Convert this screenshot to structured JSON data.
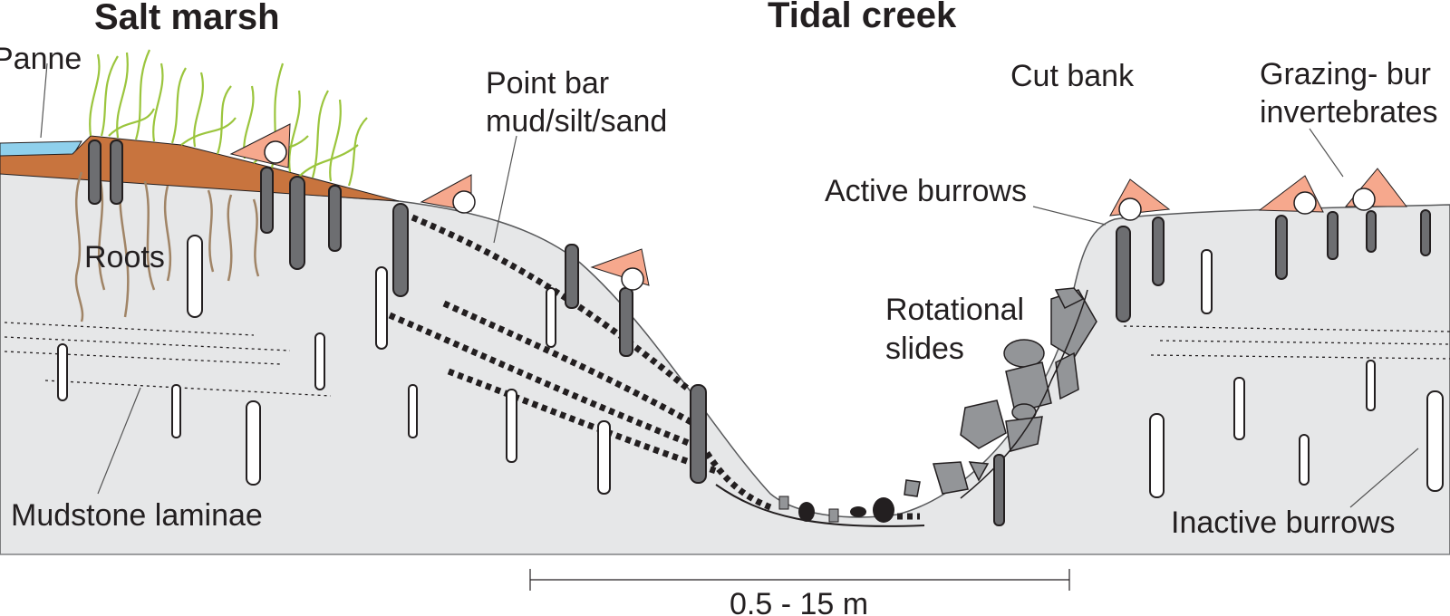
{
  "titles": {
    "salt_marsh": "Salt marsh",
    "tidal_creek": "Tidal creek"
  },
  "labels": {
    "panne": "Panne",
    "roots": "Roots",
    "mudstone": "Mudstone laminae",
    "point_bar_1": "Point bar",
    "point_bar_2": "mud/silt/sand",
    "cut_bank": "Cut bank",
    "active_burrows": "Active burrows",
    "rotational_1": "Rotational",
    "rotational_2": "slides",
    "grazing_1": "Grazing- bur",
    "grazing_2": "invertebrates",
    "inactive_burrows": "Inactive burrows",
    "scale": "0.5 - 15 m"
  },
  "colors": {
    "sediment": "#e6e7e8",
    "water": "#8fd0ec",
    "marsh_soil": "#c8743e",
    "grass": "#9bc53d",
    "roots": "#a08466",
    "dark_burrow": "#6d6e71",
    "invertebrate": "#f6a88d"
  }
}
